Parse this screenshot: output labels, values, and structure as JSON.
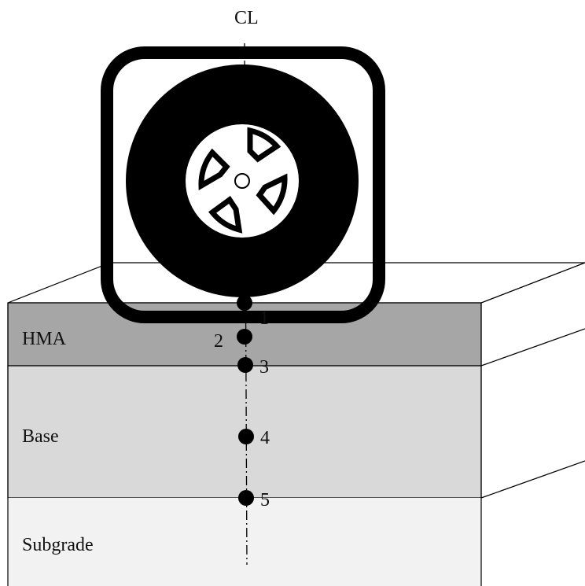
{
  "centerline_label": "CL",
  "layers": [
    {
      "name": "HMA",
      "color": "#a6a6a6"
    },
    {
      "name": "Base",
      "color": "#d9d9d9"
    },
    {
      "name": "Subgrade",
      "color": "#f2f2f2"
    }
  ],
  "points": [
    {
      "label": "1"
    },
    {
      "label": "2"
    },
    {
      "label": "3"
    },
    {
      "label": "4"
    },
    {
      "label": "5"
    }
  ],
  "colors": {
    "tire": "#000000",
    "outline": "#000000",
    "background": "#ffffff"
  }
}
